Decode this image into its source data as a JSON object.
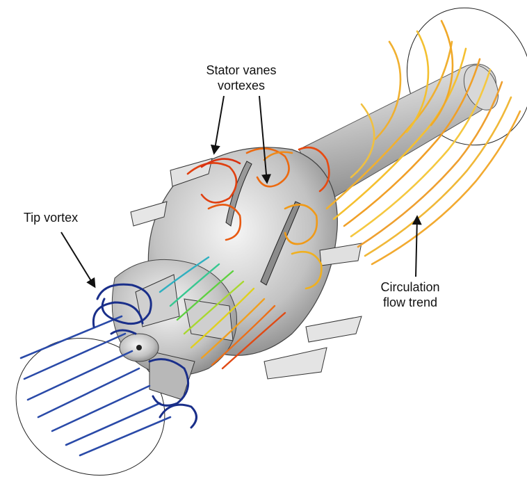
{
  "annotations": {
    "stator": {
      "line1": "Stator vanes",
      "line2": "vortexes"
    },
    "tip": {
      "line1": "Tip vortex"
    },
    "circulation": {
      "line1": "Circulation",
      "line2": "flow trend"
    }
  }
}
